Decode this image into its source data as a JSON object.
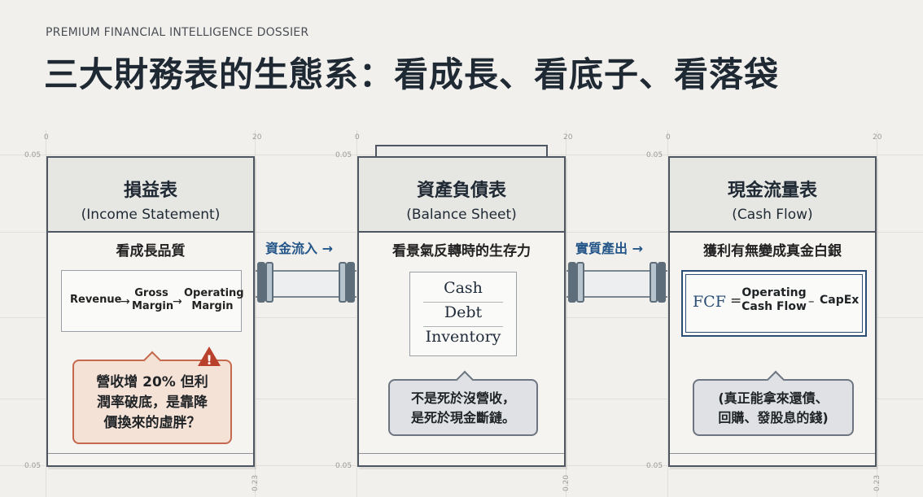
{
  "header": {
    "kicker": "PREMIUM FINANCIAL INTELLIGENCE DOSSIER",
    "title": "三大財務表的生態系：看成長、看底子、看落袋"
  },
  "ticks": {
    "zero": "0",
    "twenty": "20",
    "left_value": "0.05",
    "rot_a": "0.23",
    "rot_b": "0.20",
    "rot_c": "0.23"
  },
  "flows": {
    "flow_1": "資金流入 →",
    "flow_2": "實質產出 →"
  },
  "income": {
    "title_zh": "損益表",
    "title_en": "(Income Statement)",
    "subtitle": "看成長品質",
    "formula": {
      "revenue": "Revenue",
      "gross": "Gross",
      "margin": "Margin",
      "operating": "Operating",
      "margin2": "Margin",
      "arrow": "→"
    },
    "callout": [
      "營收增 20% 但利",
      "潤率破底，是靠降",
      "價換來的虛胖？"
    ],
    "warning_glyph": "!"
  },
  "balance": {
    "title_zh": "資產負債表",
    "title_en": "(Balance Sheet)",
    "subtitle": "看景氣反轉時的生存力",
    "items": [
      "Cash",
      "Debt",
      "Inventory"
    ],
    "callout": [
      "不是死於沒營收，",
      "是死於現金斷鏈。"
    ]
  },
  "cashflow": {
    "title_zh": "現金流量表",
    "title_en": "(Cash Flow)",
    "subtitle": "獲利有無變成真金白銀",
    "formula": {
      "fcf": "FCF",
      "equals": "=",
      "op1": "Operating",
      "op2": "Cash Flow",
      "minus": "–",
      "capex": "CapEx"
    },
    "callout": [
      "(真正能拿來還債、",
      "回購、發股息的錢)"
    ]
  },
  "colors": {
    "accent_blue": "#245689",
    "warning_red": "#b9402a",
    "callout_orange_bg": "#f5e2d6",
    "callout_grey_bg": "#dfe1e4"
  }
}
